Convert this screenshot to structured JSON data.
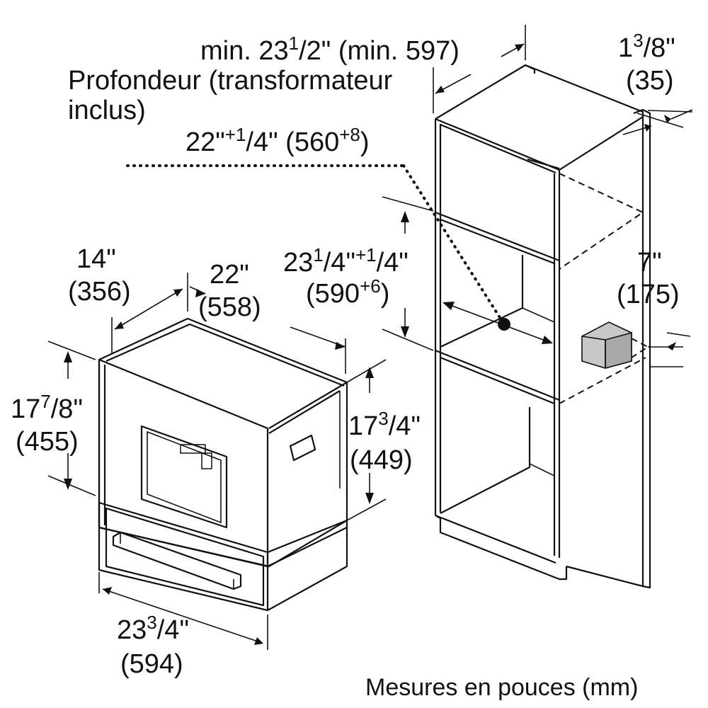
{
  "labels": {
    "min_depth": {
      "pre": "min. 23",
      "sup": "1",
      "mid": "/2\" (min. 597)"
    },
    "depth_note_1": "Profondeur (transformateur",
    "depth_note_2": "inclus)",
    "depth_22": {
      "pre": "22\"",
      "sup1": "+1",
      "mid": "/4\" (560",
      "sup2": "+8",
      "post": ")"
    },
    "trim_1_3_8": {
      "pre": "1",
      "sup": "3",
      "post": "/8\""
    },
    "trim_35": "(35)",
    "niche_height_in": {
      "pre": "23",
      "sup1": "1",
      "mid": "/4\"",
      "sup2": "+1",
      "post": "/4\""
    },
    "niche_height_mm": {
      "pre": "(590",
      "sup": "+6",
      "post": ")"
    },
    "width_14": "14\"",
    "width_356": "(356)",
    "depth_22_in": "22\"",
    "depth_558": "(558)",
    "height_17_7_8": {
      "pre": "17",
      "sup": "7",
      "post": "/8\""
    },
    "height_455": "(455)",
    "height_17_3_4": {
      "pre": "17",
      "sup": "3",
      "post": "/4\""
    },
    "height_449": "(449)",
    "transformer_7": "7\"",
    "transformer_175": "(175)",
    "width_23_3_4": {
      "pre": "23",
      "sup": "3",
      "post": "/4\""
    },
    "width_594": "(594)",
    "units_note": "Mesures en pouces (mm)"
  },
  "colors": {
    "line": "#111111",
    "transformer_fill": "#c8c8c8",
    "transformer_side": "#a9a9a9",
    "background": "#ffffff"
  }
}
